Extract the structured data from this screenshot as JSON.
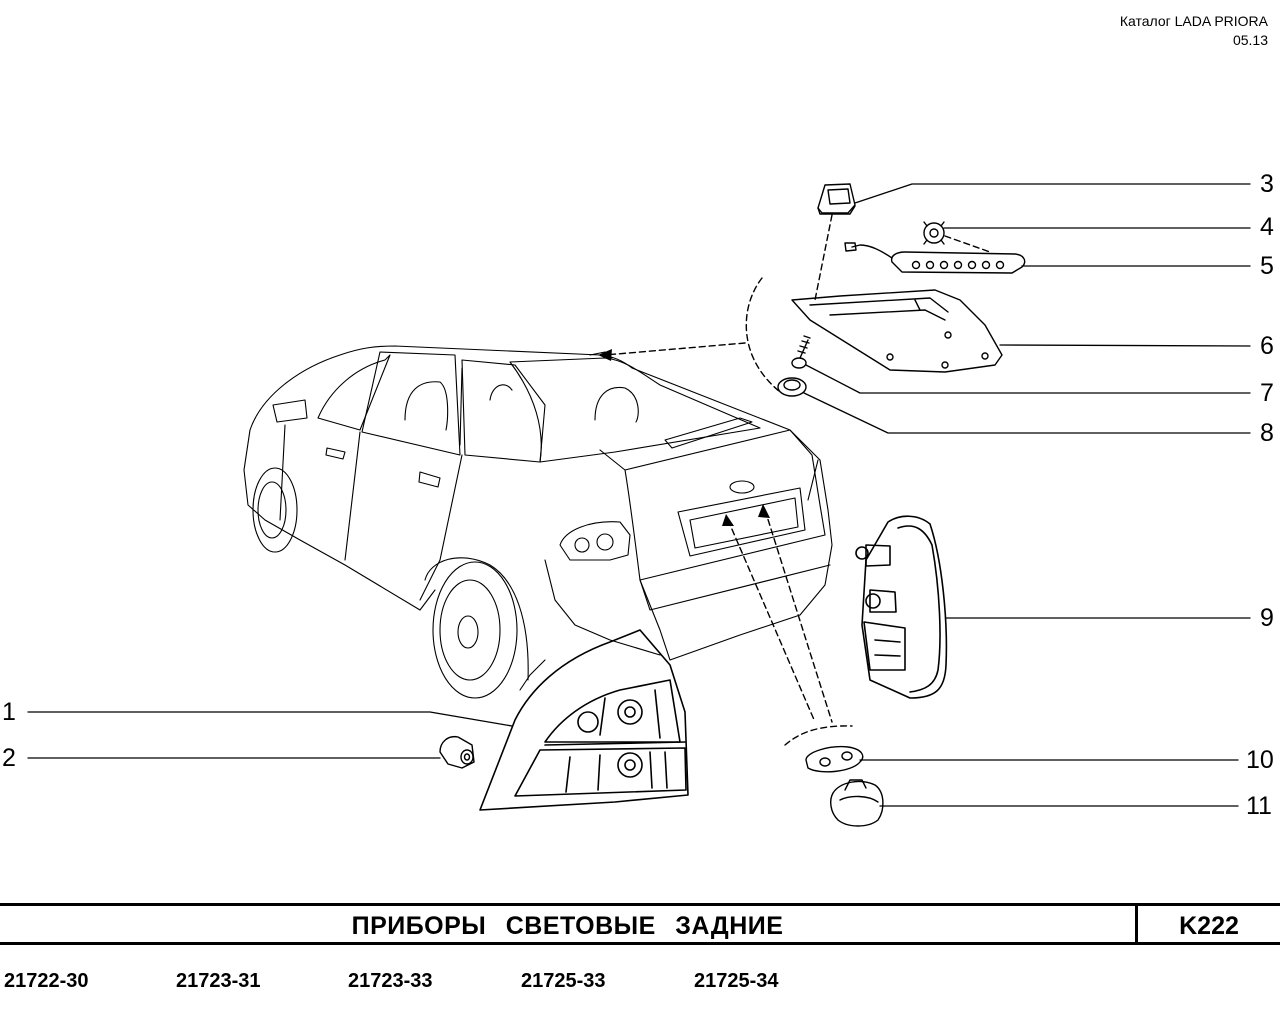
{
  "header": {
    "catalog": "Каталог  LADA  PRIORA",
    "date": "05.13"
  },
  "callouts": [
    {
      "num": "1"
    },
    {
      "num": "2"
    },
    {
      "num": "3"
    },
    {
      "num": "4"
    },
    {
      "num": "5"
    },
    {
      "num": "6"
    },
    {
      "num": "7"
    },
    {
      "num": "8"
    },
    {
      "num": "9"
    },
    {
      "num": "10"
    },
    {
      "num": "11"
    }
  ],
  "title_bar": {
    "title": "ПРИБОРЫ   СВЕТОВЫЕ   ЗАДНИЕ",
    "code": "K222"
  },
  "models": [
    "21722-30",
    "21723-31",
    "21723-33",
    "21725-33",
    "21725-34"
  ]
}
